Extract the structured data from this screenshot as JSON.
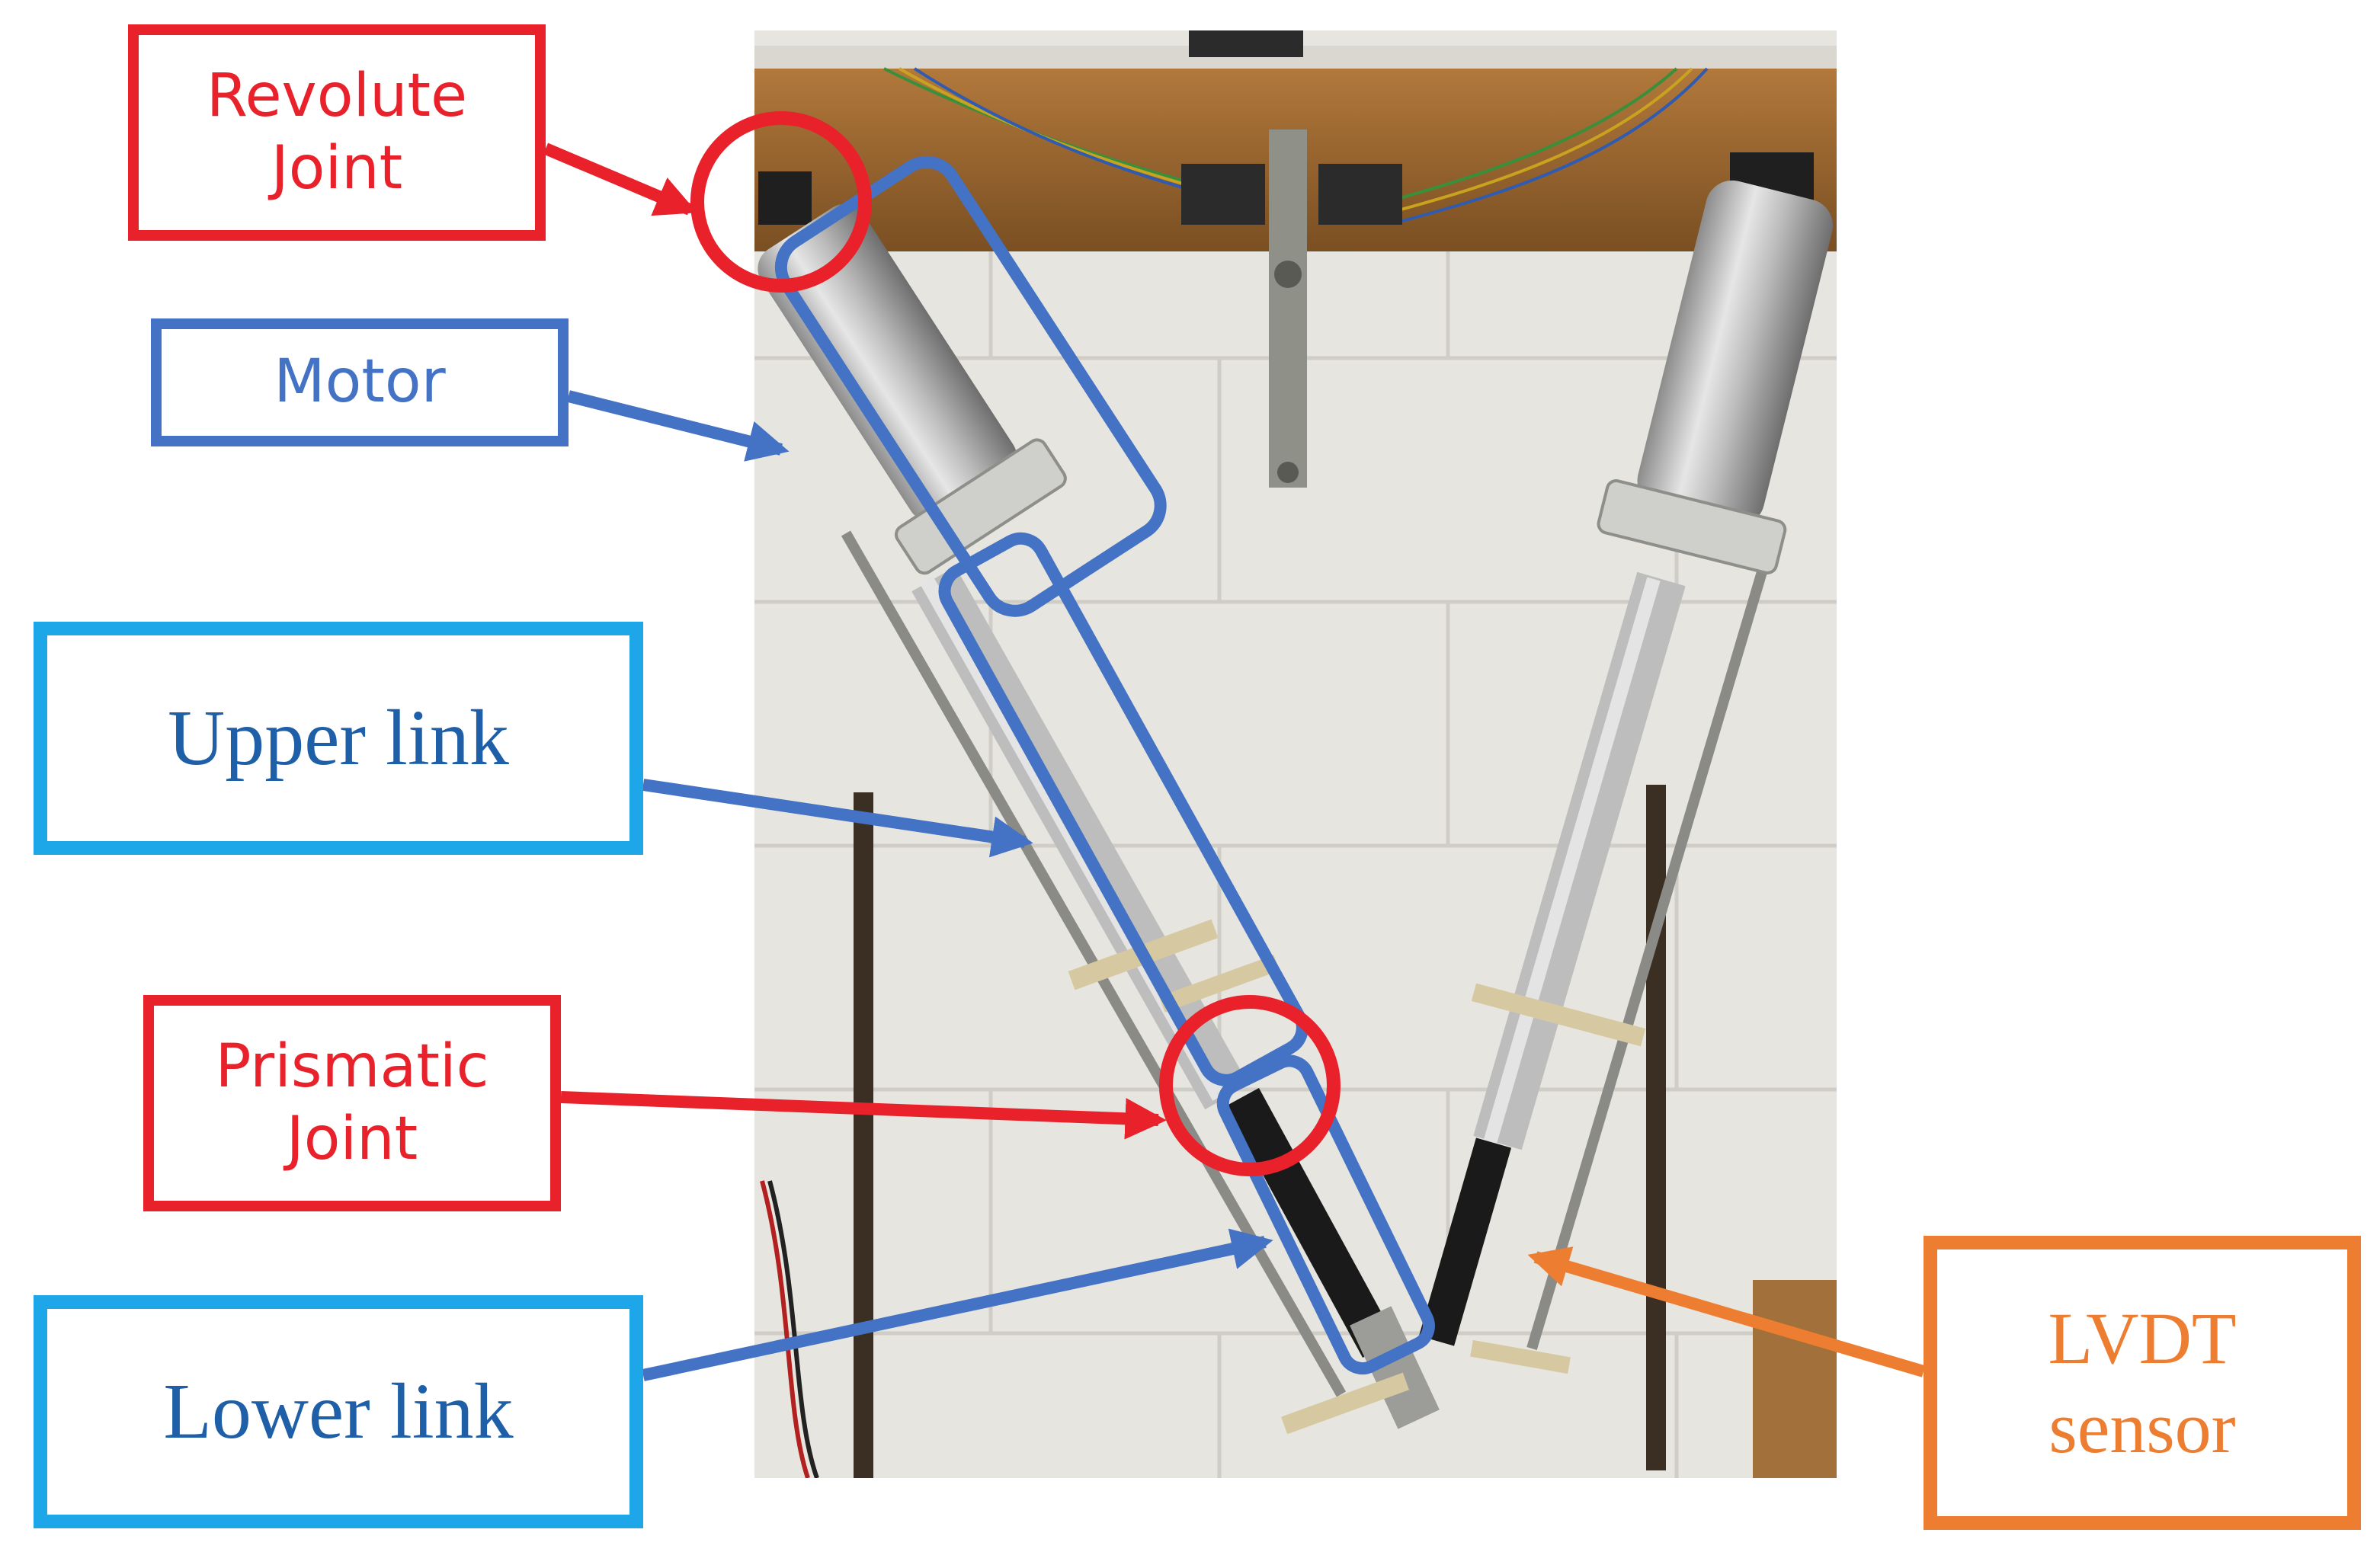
{
  "labels": {
    "revolute": [
      "Revolute",
      "Joint"
    ],
    "motor": "Motor",
    "upper_link": "Upper link",
    "prismatic": [
      "Prismatic",
      "Joint"
    ],
    "lower_link": "Lower link",
    "lvdt": [
      "LVDT",
      "sensor"
    ]
  },
  "colors": {
    "red": "#e8212b",
    "motor_blue": "#4472c4",
    "cyan": "#1ea7e8",
    "text_blue": "#1f5fa8",
    "orange": "#ed7d31"
  }
}
